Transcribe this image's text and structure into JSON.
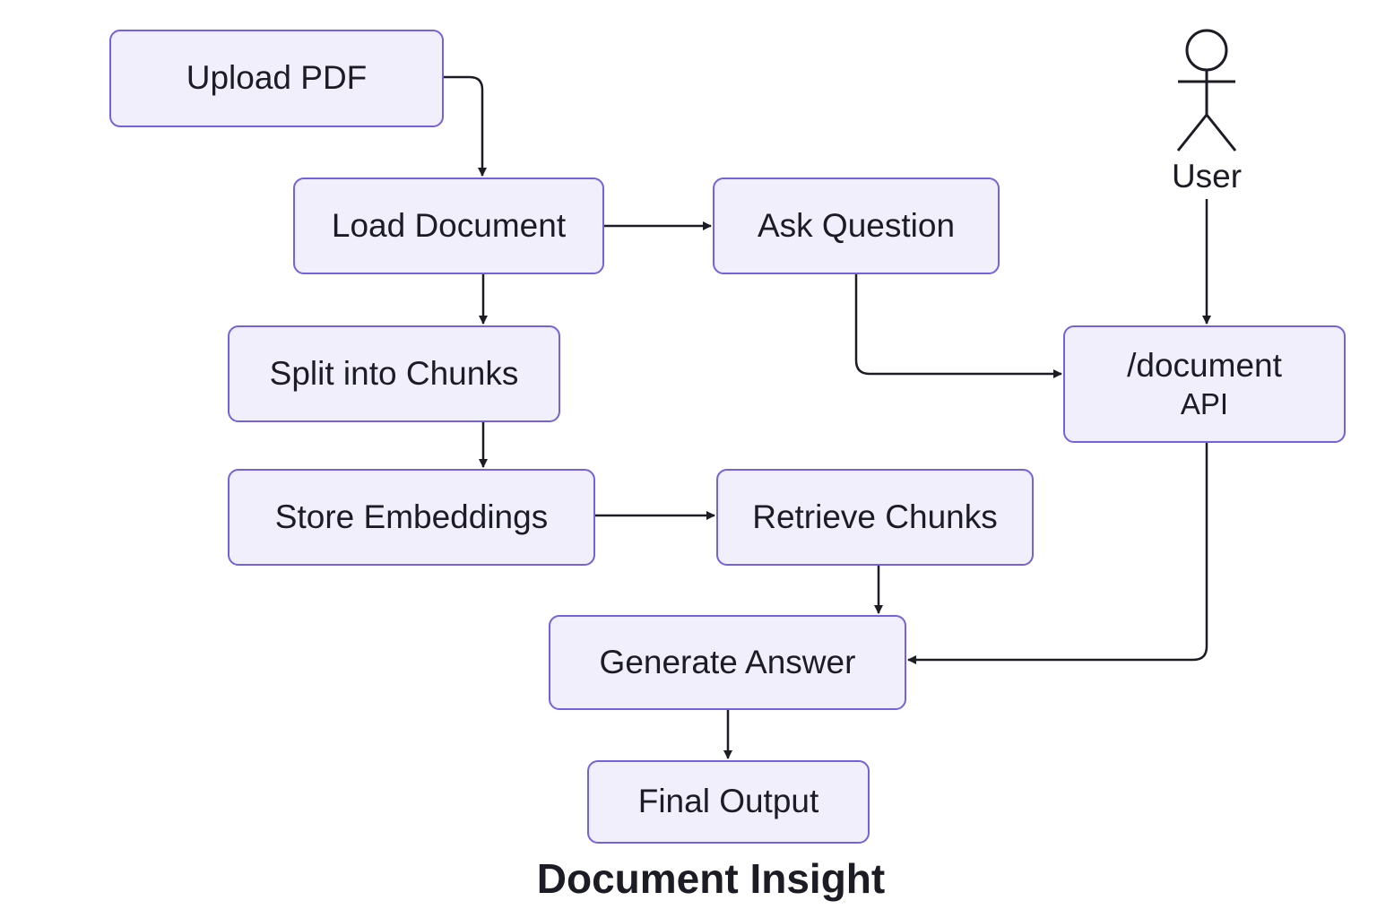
{
  "diagram": {
    "caption": "Document Insight",
    "actor": {
      "label": "User"
    },
    "nodes": {
      "upload_pdf": "Upload PDF",
      "load_document": "Load Document",
      "ask_question": "Ask Question",
      "split_chunks": "Split into Chunks",
      "document_api": {
        "line1": "/document",
        "line2": "API"
      },
      "store_embeddings": "Store Embeddings",
      "retrieve_chunks": "Retrieve Chunks",
      "generate_answer": "Generate Answer",
      "final_output": "Final Output"
    },
    "edges": [
      {
        "from": "Upload PDF",
        "to": "Load Document"
      },
      {
        "from": "Load Document",
        "to": "Ask Question"
      },
      {
        "from": "Load Document",
        "to": "Split into Chunks"
      },
      {
        "from": "Ask Question",
        "to": "/document API"
      },
      {
        "from": "User",
        "to": "/document API"
      },
      {
        "from": "Split into Chunks",
        "to": "Store Embeddings"
      },
      {
        "from": "Store Embeddings",
        "to": "Retrieve Chunks"
      },
      {
        "from": "Retrieve Chunks",
        "to": "Generate Answer"
      },
      {
        "from": "/document API",
        "to": "Generate Answer"
      },
      {
        "from": "Generate Answer",
        "to": "Final Output"
      }
    ],
    "colors": {
      "node_fill": "#f1effc",
      "node_border": "#7361e0",
      "line": "#1c1c24",
      "text": "#1c1c24"
    }
  }
}
